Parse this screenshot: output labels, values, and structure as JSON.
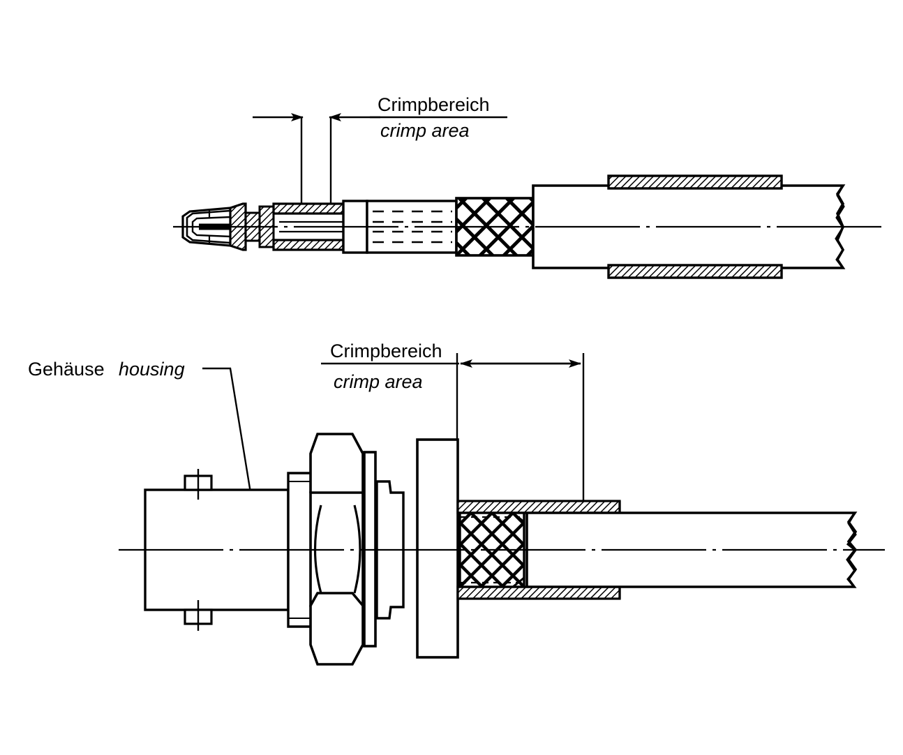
{
  "drawing": {
    "title": "BNC coaxial connector crimp assembly drawing",
    "type": "technical-line-drawing",
    "background_color": "#ffffff",
    "line_color": "#000000",
    "views": [
      {
        "id": "top-view",
        "name": "cable-with-center-contact-assembly",
        "description": "Coaxial cable prepared with center pin contact, dielectric, braid and jacket with crimp ferrule"
      },
      {
        "id": "bottom-view",
        "name": "bulkhead-connector-assembly",
        "description": "BNC bulkhead receptacle with bayonet housing, hex nut, lock washer, flange and crimped cable"
      }
    ]
  },
  "annotations": {
    "top_crimp": {
      "german": "Crimpbereich",
      "english": "crimp  area"
    },
    "bottom_crimp": {
      "german": "Crimpbereich",
      "english": "crimp  area"
    },
    "housing": {
      "german": "Gehäuse",
      "english": "housing"
    }
  }
}
